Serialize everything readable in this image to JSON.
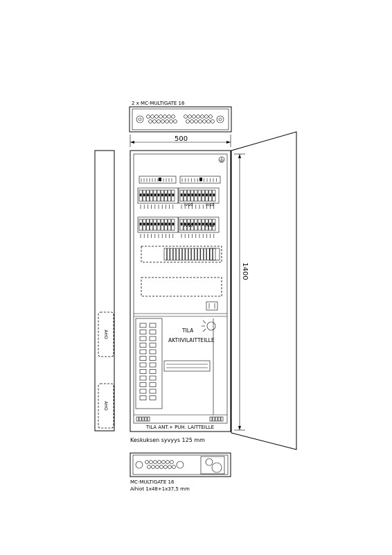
{
  "top_connector": {
    "label": "2 x MC-MULTIGATE 16"
  },
  "dimensions": {
    "width": "500",
    "height": "1400"
  },
  "breakers": {
    "label": "Ivsd"
  },
  "side_panels": {
    "label": "AHO"
  },
  "active_area": {
    "line1": "TILA",
    "line2": "AKTIIVILAITTEILLE"
  },
  "bottom_area": {
    "label": "TILA ANT.+ PUH. LAITTEILLE"
  },
  "depth_note": {
    "label": "Keskuksen syvyys 125 mm"
  },
  "bottom_connector": {
    "label1": "MC-MULTIGATE 16",
    "label2": "Aihiot 1x48+1x37,5 mm"
  }
}
